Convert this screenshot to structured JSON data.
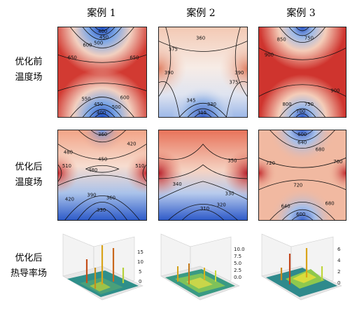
{
  "columns": [
    "案例 1",
    "案例 2",
    "案例 3"
  ],
  "rows": {
    "before": [
      "优化前",
      "温度场"
    ],
    "after": [
      "优化后",
      "温度场"
    ],
    "conductivity": [
      "优化后",
      "热导率场"
    ]
  },
  "before_labels": {
    "case1": [
      "400",
      "450",
      "500",
      "600",
      "650",
      "650",
      "600",
      "550",
      "450",
      "400",
      "500"
    ],
    "case2": [
      "360",
      "375",
      "390",
      "390",
      "375",
      "345",
      "330",
      "315"
    ],
    "case3": [
      "850",
      "750",
      "900",
      "900",
      "750",
      "800",
      "700"
    ]
  },
  "after_labels": {
    "case1": [
      "360",
      "420",
      "480",
      "450",
      "480",
      "510",
      "510",
      "420",
      "390",
      "360",
      "330"
    ],
    "case2": [
      "350",
      "340",
      "330",
      "320",
      "310"
    ],
    "case3": [
      "600",
      "640",
      "680",
      "720",
      "720",
      "760",
      "640",
      "600",
      "680"
    ]
  },
  "z_ticks": {
    "case1": [
      "15",
      "10",
      "5",
      "0"
    ],
    "case2": [
      "10.0",
      "7.5",
      "5.0",
      "2.5",
      "0.0"
    ],
    "case3": [
      "6",
      "4",
      "2",
      "0"
    ]
  },
  "colors": {
    "hot": "#b2182b",
    "warm": "#ef8a62",
    "neutral": "#f7f7f7",
    "cool": "#67a9cf",
    "cold": "#2b58c8"
  }
}
